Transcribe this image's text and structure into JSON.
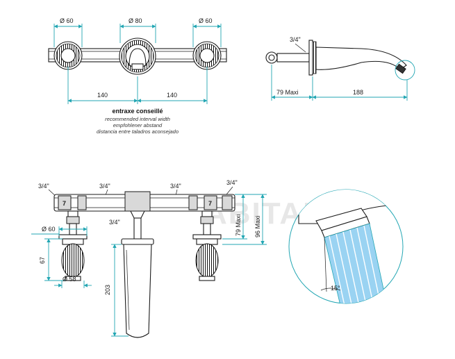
{
  "colors": {
    "dimension_line": "#22a6b3",
    "ink": "#1a1a1a",
    "spray": "#9ad3f2"
  },
  "top_view": {
    "dia_left": "Ø 60",
    "dia_center": "Ø 80",
    "dia_right": "Ø 60",
    "span_left": "140",
    "span_right": "140"
  },
  "side_view": {
    "thread": "3/4\"",
    "depth": "79  Maxi",
    "projection": "188"
  },
  "notes": {
    "title": "entraxe conseillé",
    "en": "recommended interval width",
    "de": "empfohlener abstand",
    "es": "distancia entre taladros aconsejado"
  },
  "front_view": {
    "thread_1": "3/4\"",
    "thread_2": "3/4\"",
    "thread_3": "3/4\"",
    "thread_4": "3/4\"",
    "thread_center": "3/4\"",
    "dia_rosette": "Ø 60",
    "dia_handle": "Ø 58",
    "height_handle": "67",
    "spout_length": "203",
    "depth": "79  Maxi",
    "height": "96  Maxi"
  },
  "detail": {
    "angle": "15°"
  },
  "watermark": "ABITANT"
}
